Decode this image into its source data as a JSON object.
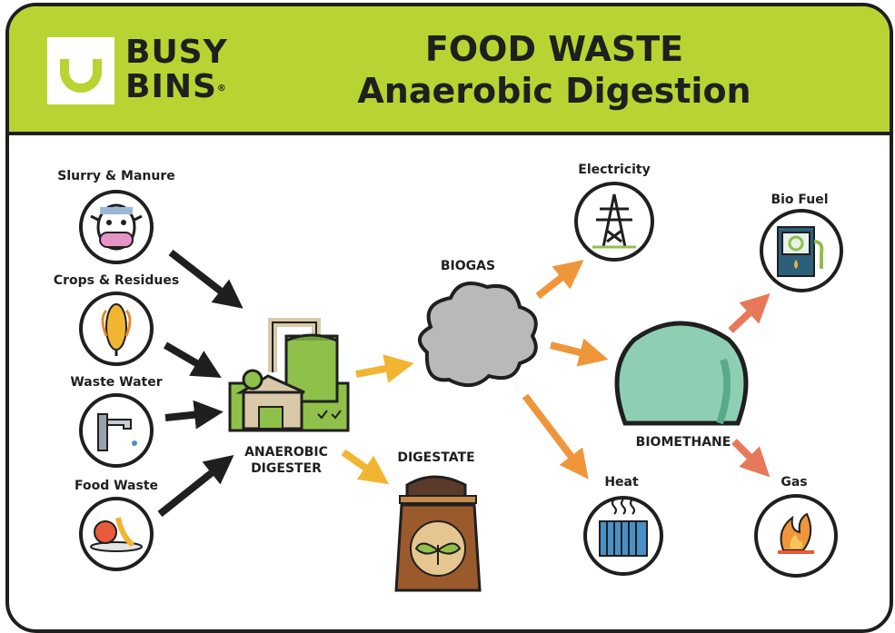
{
  "brand": {
    "line1": "BUSY",
    "line2": "BINS",
    "mark": "®"
  },
  "title": {
    "line1": "FOOD WASTE",
    "line2": "Anaerobic Digestion"
  },
  "inputs": [
    {
      "label": "Slurry & Manure",
      "icon": "cow-icon"
    },
    {
      "label": "Crops & Residues",
      "icon": "corn-icon"
    },
    {
      "label": "Waste Water",
      "icon": "tap-icon"
    },
    {
      "label": "Food Waste",
      "icon": "food-plate-icon"
    }
  ],
  "digester": {
    "line1": "ANAEROBIC",
    "line2": "DIGESTER"
  },
  "digestate": {
    "label": "DIGESTATE"
  },
  "biogas": {
    "label": "BIOGAS"
  },
  "outputs": {
    "electricity": "Electricity",
    "heat": "Heat",
    "biomethane": "BIOMETHANE",
    "biofuel": "Bio Fuel",
    "gas": "Gas"
  },
  "colors": {
    "header": "#b8d432",
    "outline": "#1f1f1f",
    "digester_green": "#8fc04a",
    "arrow_yellow": "#f2b531",
    "arrow_orange": "#f0963a",
    "arrow_red": "#e8785a",
    "biomethane_dome": "#8ecfb4"
  }
}
